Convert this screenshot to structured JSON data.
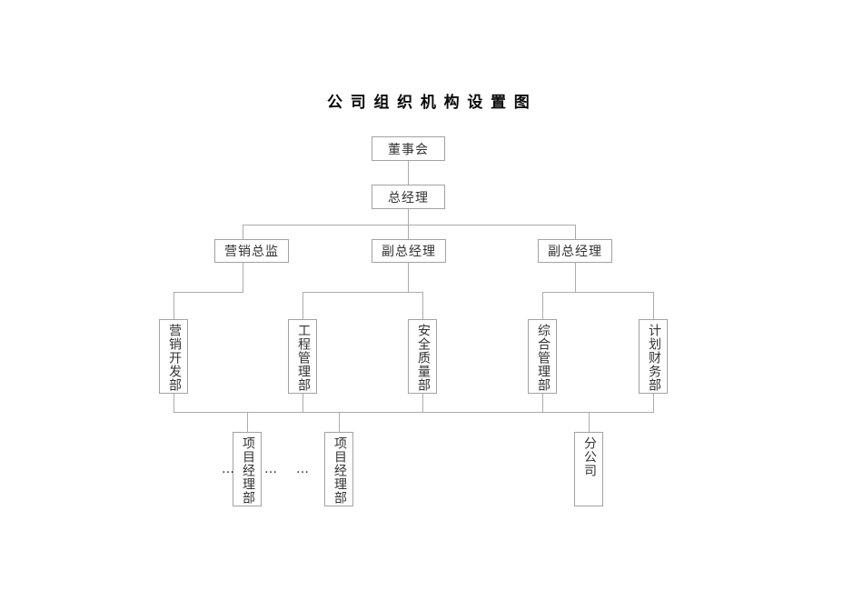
{
  "title": "公 司 组 织 机 构 设 置 图",
  "org": {
    "board": "董事会",
    "general_manager": "总经理",
    "level3": {
      "marketing_director": "营销总监",
      "deputy_gm_1": "副总经理",
      "deputy_gm_2": "副总经理"
    },
    "departments": {
      "marketing_dev": "营销开发部",
      "engineering_mgmt": "工程管理部",
      "safety_quality": "安全质量部",
      "general_mgmt": "综合管理部",
      "planning_finance": "计划财务部"
    },
    "bottom": {
      "project_dept_1": "项目经理部",
      "project_dept_2": "项目经理部",
      "branch_company": "分公司"
    },
    "ellipsis_1": "…",
    "ellipsis_2": "…",
    "ellipsis_3": "…"
  },
  "hierarchy": [
    {
      "from": "董事会",
      "to": [
        "总经理"
      ]
    },
    {
      "from": "总经理",
      "to": [
        "营销总监",
        "副总经理",
        "副总经理"
      ]
    },
    {
      "from": "营销总监",
      "to": [
        "营销开发部"
      ]
    },
    {
      "from": "副总经理 (第一)",
      "to": [
        "工程管理部",
        "安全质量部"
      ]
    },
    {
      "from": "副总经理 (第二)",
      "to": [
        "综合管理部",
        "计划财务部"
      ]
    },
    {
      "from": "五个职能部门共用横线",
      "to": [
        "项目经理部",
        "项目经理部",
        "分公司"
      ]
    }
  ],
  "colors": {
    "line": "#ababab",
    "border": "#a2a2a2",
    "text": "#333333",
    "title": "#0a0a0a"
  }
}
